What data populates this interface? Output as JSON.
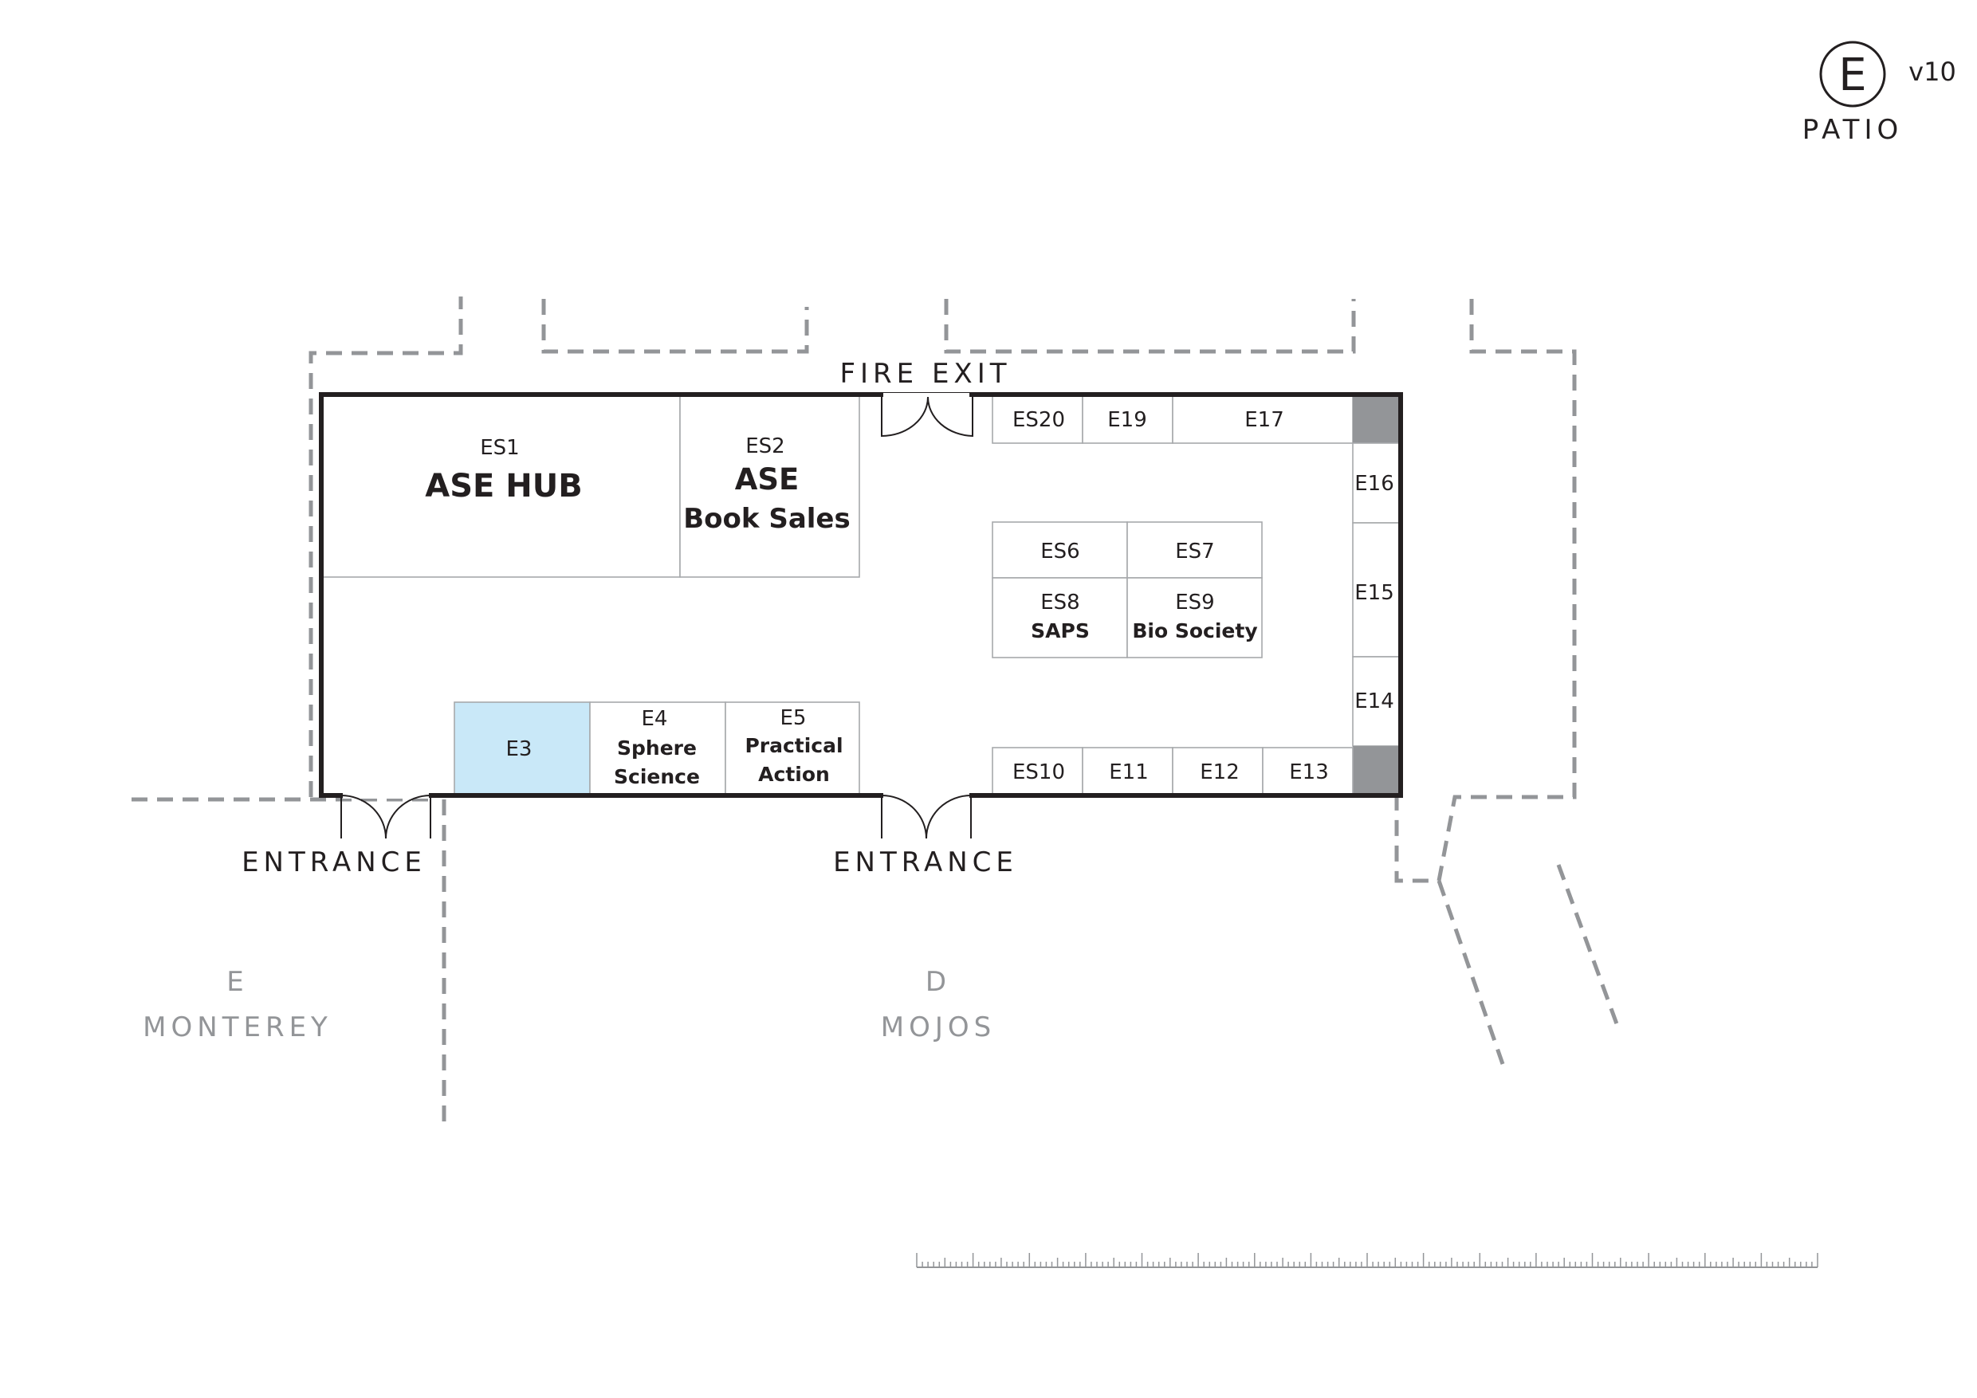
{
  "header": {
    "zone_letter": "E",
    "zone_name": "PATIO",
    "version": "v10"
  },
  "labels": {
    "fire_exit": "FIRE EXIT",
    "entrance_left": "ENTRANCE",
    "entrance_center": "ENTRANCE"
  },
  "areas": {
    "left_letter": "E",
    "left_name": "MONTEREY",
    "center_letter": "D",
    "center_name": "MOJOS"
  },
  "stalls": {
    "es1": {
      "id": "ES1",
      "name": "ASE HUB"
    },
    "es2": {
      "id": "ES2",
      "name_line1": "ASE",
      "name_line2": "Book Sales"
    },
    "e3": {
      "id": "E3",
      "color": "#c9e8f8"
    },
    "e4": {
      "id": "E4",
      "name_line1": "Sphere",
      "name_line2": "Science"
    },
    "e5": {
      "id": "E5",
      "name_line1": "Practical",
      "name_line2": "Action"
    },
    "es6": {
      "id": "ES6"
    },
    "es7": {
      "id": "ES7"
    },
    "es8": {
      "id": "ES8",
      "name": "SAPS"
    },
    "es9": {
      "id": "ES9",
      "name": "Bio Society"
    },
    "es10": {
      "id": "ES10"
    },
    "e11": {
      "id": "E11"
    },
    "e12": {
      "id": "E12"
    },
    "e13": {
      "id": "E13"
    },
    "e14": {
      "id": "E14"
    },
    "e15": {
      "id": "E15"
    },
    "e16": {
      "id": "E16"
    },
    "e17": {
      "id": "E17"
    },
    "e19": {
      "id": "E19"
    },
    "es20": {
      "id": "ES20"
    }
  },
  "colors": {
    "outline": "#231f20",
    "dashed_path": "#939598",
    "pillar": "#939598",
    "highlight": "#c9e8f8"
  }
}
